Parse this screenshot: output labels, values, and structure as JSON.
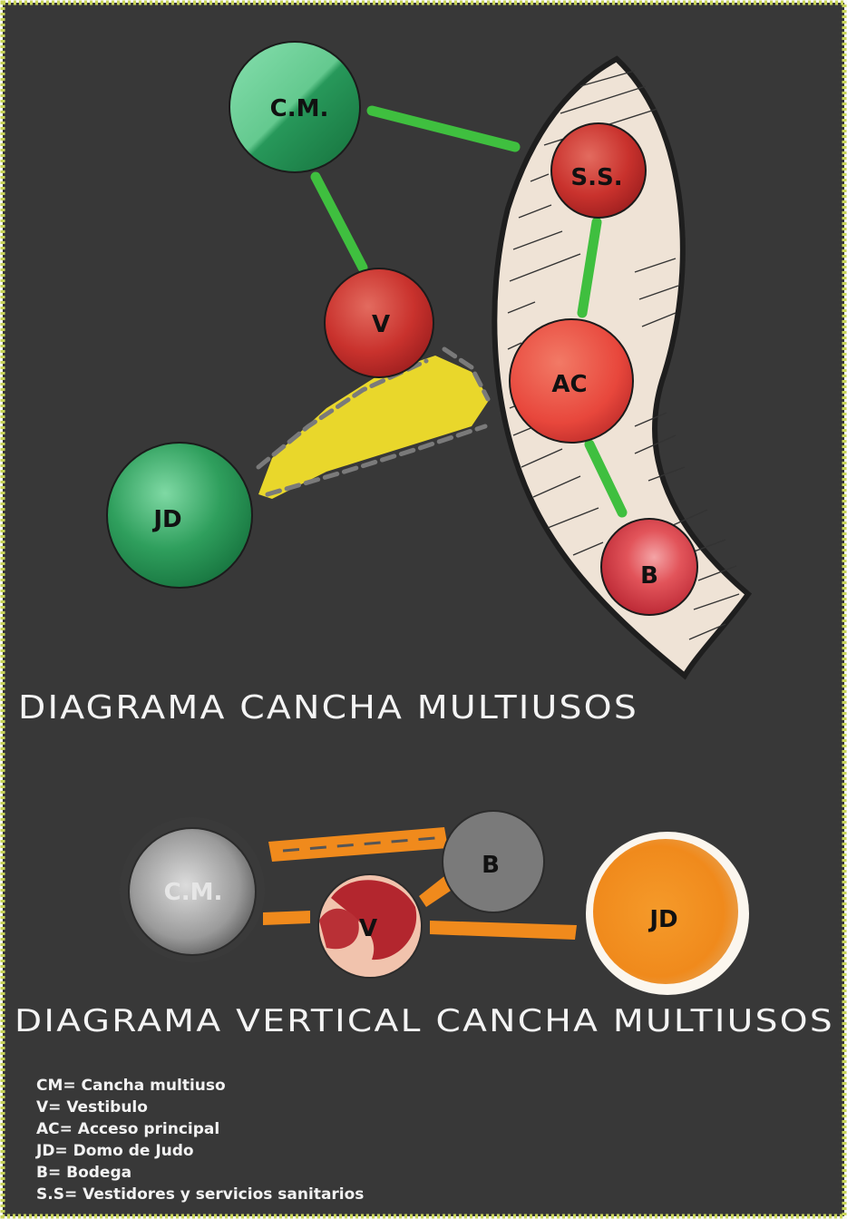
{
  "colors": {
    "background": "#383838",
    "border_dash": "#c8d45a",
    "green_link": "#3fbf3f",
    "orange_link": "#f08a1c",
    "band_fill": "#efe5db",
    "red_node": "#cf3a34",
    "green_node": "#2e9e5a",
    "yellow_zone": "#f2df2a"
  },
  "diagram_horizontal": {
    "title": "DIAGRAMA CANCHA MULTIUSOS",
    "nodes": {
      "cm": "C.M.",
      "v": "V",
      "jd": "JD",
      "ss": "S.S.",
      "ac": "AC",
      "b": "B"
    }
  },
  "diagram_vertical": {
    "title": "DIAGRAMA VERTICAL CANCHA MULTIUSOS",
    "nodes": {
      "cm": "C.M.",
      "v": "V",
      "b": "B",
      "jd": "JD"
    }
  },
  "legend": [
    "CM= Cancha multiuso",
    "V= Vestibulo",
    "AC= Acceso principal",
    "JD= Domo de Judo",
    "B= Bodega",
    "S.S= Vestidores y servicios sanitarios"
  ]
}
